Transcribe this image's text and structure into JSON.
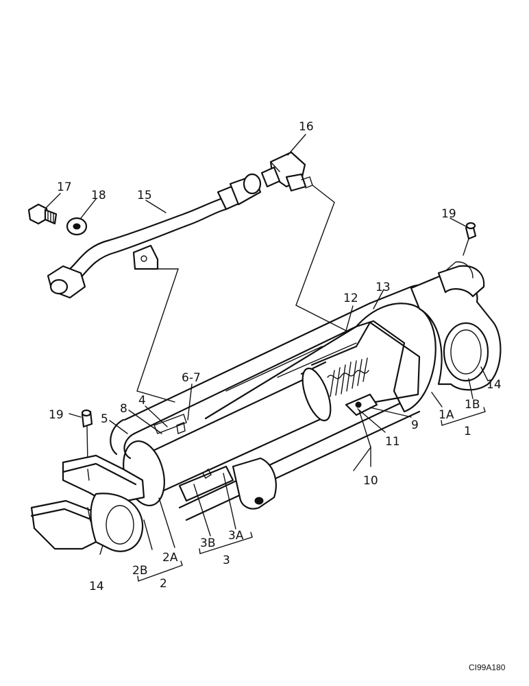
{
  "labels": {
    "l1": "1",
    "l1A": "1A",
    "l1B": "1B",
    "l2": "2",
    "l2A": "2A",
    "l2B": "2B",
    "l3": "3",
    "l3A": "3A",
    "l3B": "3B",
    "l4": "4",
    "l5": "5",
    "l67": "6-7",
    "l8": "8",
    "l9": "9",
    "l10": "10",
    "l11": "11",
    "l12": "12",
    "l13": "13",
    "l14a": "14",
    "l14b": "14",
    "l15": "15",
    "l16": "16",
    "l17": "17",
    "l18": "18",
    "l19a": "19",
    "l19b": "19"
  },
  "figure_code": "CI99A180"
}
